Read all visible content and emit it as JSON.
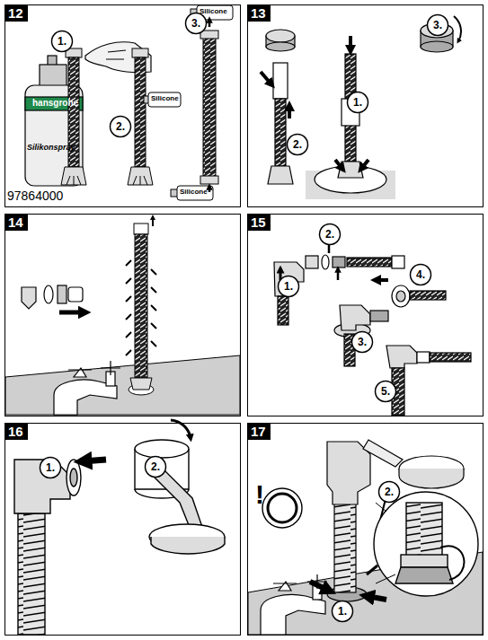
{
  "diagram": {
    "nodes": [
      {
        "text": [
          "12"
        ]
      },
      {
        "text": [
          "1."
        ],
        "in": 0
      },
      {
        "text": [
          "2."
        ],
        "in": 0
      },
      {
        "text": [
          "3."
        ],
        "in": 0
      },
      {
        "text": [
          "13"
        ]
      },
      {
        "text": [
          "1."
        ],
        "in": 4
      },
      {
        "text": [
          "2."
        ],
        "in": 4
      },
      {
        "text": [
          "3."
        ],
        "in": 4
      },
      {
        "text": [
          "14"
        ]
      },
      {
        "text": [
          "15"
        ]
      },
      {
        "text": [
          "1."
        ],
        "in": 9
      },
      {
        "text": [
          "2."
        ],
        "in": 9
      },
      {
        "text": [
          "3."
        ],
        "in": 9
      },
      {
        "text": [
          "4."
        ],
        "in": 9
      },
      {
        "text": [
          "5."
        ],
        "in": 9
      },
      {
        "text": [
          "16"
        ]
      },
      {
        "text": [
          "1."
        ],
        "in": 15
      },
      {
        "text": [
          "2."
        ],
        "in": 15
      },
      {
        "text": [
          "17"
        ]
      },
      {
        "text": [
          "1."
        ],
        "in": 18
      },
      {
        "text": [
          "2."
        ],
        "in": 18
      }
    ],
    "labels": [
      "hansgrohe",
      "Silikonspray",
      "97864000",
      "Silicone",
      "Silicone",
      "Silicone",
      "!"
    ]
  }
}
